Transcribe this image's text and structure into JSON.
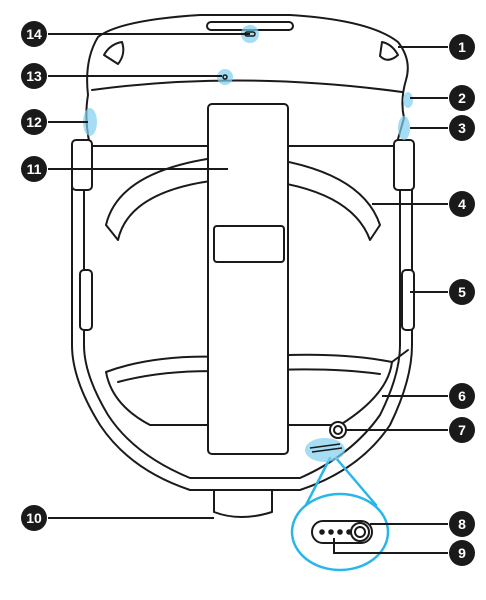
{
  "diagram": {
    "callouts": [
      {
        "num": "1"
      },
      {
        "num": "2"
      },
      {
        "num": "3"
      },
      {
        "num": "4"
      },
      {
        "num": "5"
      },
      {
        "num": "6"
      },
      {
        "num": "7"
      },
      {
        "num": "8"
      },
      {
        "num": "9"
      },
      {
        "num": "10"
      },
      {
        "num": "11"
      },
      {
        "num": "12"
      },
      {
        "num": "13"
      },
      {
        "num": "14"
      }
    ],
    "colors": {
      "line": "#1a1a1a",
      "callout_fill": "#1a1a1a",
      "callout_text": "#ffffff",
      "highlight": "#7fd0f0",
      "highlight_stroke": "#29b6e8",
      "device_fill": "#ffffff"
    }
  }
}
